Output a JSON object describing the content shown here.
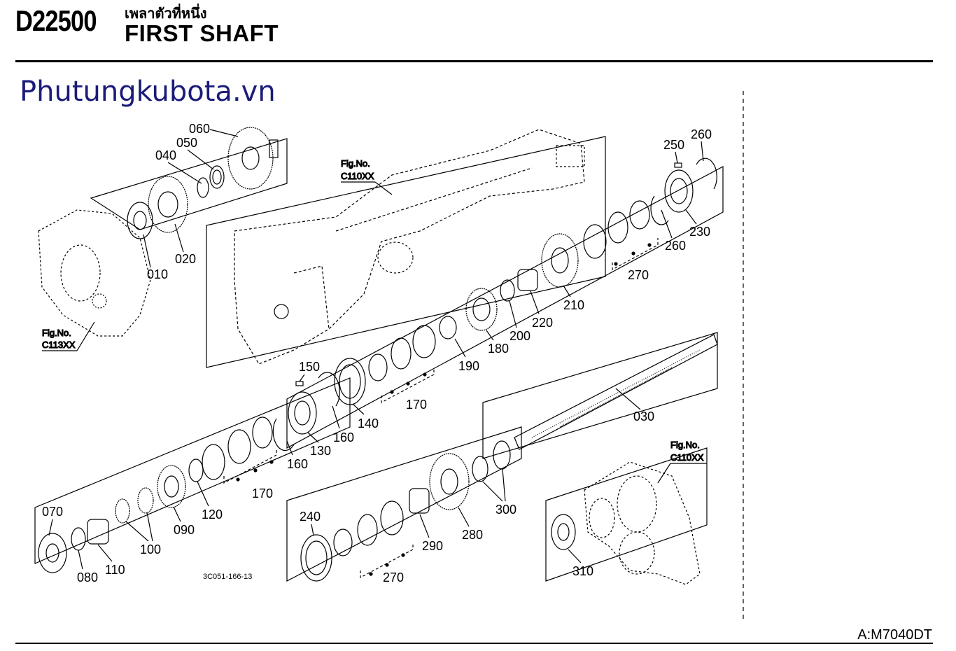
{
  "header": {
    "code": "D22500",
    "title_thai": "เพลาตัวที่หนึ่ง",
    "title": "FIRST SHAFT"
  },
  "watermark": "Phutungkubota.vn",
  "figure_refs": {
    "fig_no_label": "Fig.No.",
    "c110xx": "C110XX",
    "c113xx": "C113XX"
  },
  "part_labels": {
    "p010": "010",
    "p020": "020",
    "p030": "030",
    "p040": "040",
    "p050": "050",
    "p060": "060",
    "p070": "070",
    "p080": "080",
    "p090": "090",
    "p100": "100",
    "p110": "110",
    "p120": "120",
    "p130": "130",
    "p140": "140",
    "p150": "150",
    "p160a": "160",
    "p160b": "160",
    "p170a": "170",
    "p170b": "170",
    "p180": "180",
    "p190": "190",
    "p200": "200",
    "p210": "210",
    "p220": "220",
    "p230": "230",
    "p240": "240",
    "p250": "250",
    "p260a": "260",
    "p260b": "260",
    "p270a": "270",
    "p270b": "270",
    "p280": "280",
    "p290": "290",
    "p300": "300",
    "p310": "310"
  },
  "drawing_number": "3C051-166-13",
  "model_ref": "A:M7040DT"
}
